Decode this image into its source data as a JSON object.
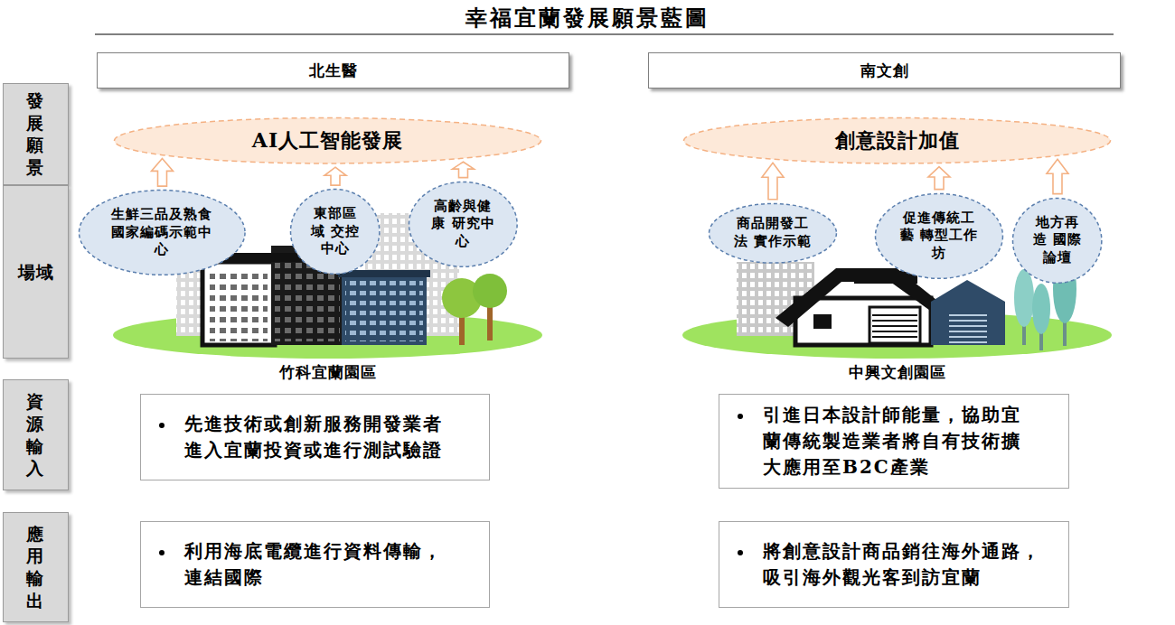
{
  "diagram": {
    "title": "幸福宜蘭發展願景藍圖",
    "nodes": [
      {
        "text": [
          "北生醫"
        ]
      },
      {
        "text": [
          "南文創"
        ]
      },
      {
        "text": [
          "發展 願景"
        ]
      },
      {
        "text": [
          "AI人工智能發展"
        ]
      },
      {
        "text": [
          "創意設計加值"
        ]
      },
      {
        "text": [
          "場域"
        ]
      },
      {
        "text": [
          "生鮮三品及熟食 國家編碼示範中心"
        ]
      },
      {
        "text": [
          "東部區域 交控中心"
        ]
      },
      {
        "text": [
          "高齡與健康 研究中心"
        ]
      },
      {
        "text": [
          "商品開發工法 實作示範"
        ]
      },
      {
        "text": [
          "促進傳統工藝 轉型工作坊"
        ]
      },
      {
        "text": [
          "地方再造 國際論壇"
        ]
      },
      {
        "text": [
          "竹科宜蘭園區"
        ]
      },
      {
        "text": [
          "中興文創園區"
        ]
      },
      {
        "text": [
          "資源 輸入"
        ]
      },
      {
        "text": [
          "先進技術或創新服務開發業者 進入宜蘭投資或進行測試驗證"
        ]
      },
      {
        "text": [
          "引進日本設計師能量，協助宜 蘭傳統製造業者將自有技術擴 大應用至B2C產業"
        ]
      },
      {
        "text": [
          "應用 輸出"
        ]
      },
      {
        "text": [
          "利用海底電纜進行資料傳輸， 連結國際"
        ]
      },
      {
        "text": [
          "將創意設計商品銷往海外通路， 吸引海外觀光客到訪宜蘭"
        ]
      }
    ],
    "edges": [
      {
        "from": 6,
        "to": 3,
        "arrow": "to"
      },
      {
        "from": 7,
        "to": 3,
        "arrow": "to"
      },
      {
        "from": 8,
        "to": 3,
        "arrow": "to"
      },
      {
        "from": 9,
        "to": 4,
        "arrow": "to"
      },
      {
        "from": 10,
        "to": 4,
        "arrow": "to"
      },
      {
        "from": 11,
        "to": 4,
        "arrow": "to"
      }
    ]
  }
}
